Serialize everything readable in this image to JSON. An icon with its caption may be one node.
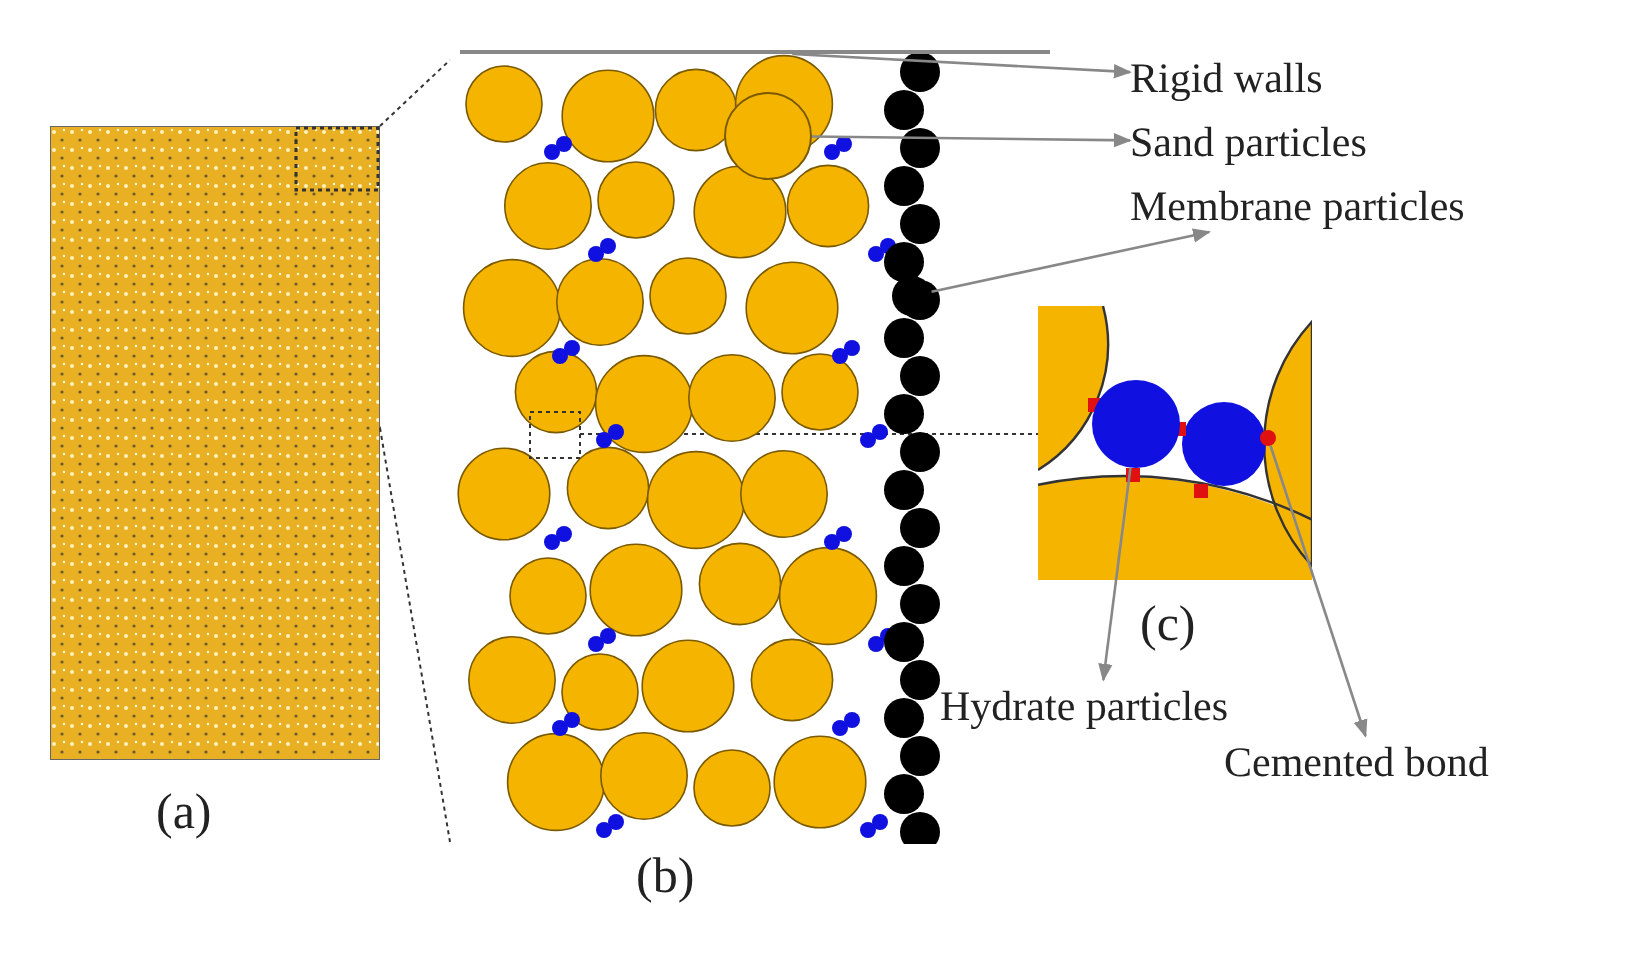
{
  "diagram": {
    "nodes": [
      {
        "text": [],
        "shape": "picture",
        "beside": [
          "(a)"
        ]
      },
      {
        "text": [],
        "shape": "picture",
        "beside": [
          "(b)"
        ]
      },
      {
        "text": [],
        "shape": "bar"
      },
      {
        "text": [],
        "shape": "circle",
        "in": 1
      },
      {
        "text": [],
        "shape": "circle",
        "in": 1
      },
      {
        "text": [],
        "shape": "picture",
        "beside": [
          "(c)"
        ]
      },
      {
        "text": [],
        "shape": "circle",
        "in": 5
      },
      {
        "text": [],
        "shape": "circle",
        "in": 5
      },
      {
        "text": [
          "Rigid walls"
        ]
      },
      {
        "text": [
          "Sand particles"
        ]
      },
      {
        "text": [
          "Membrane particles"
        ]
      },
      {
        "text": [
          "Hydrate particles"
        ]
      },
      {
        "text": [
          "Cemented bond"
        ]
      }
    ],
    "edges": [
      {
        "from": 2,
        "to": 8,
        "arrow": "to"
      },
      {
        "from": 3,
        "to": 9,
        "arrow": "to"
      },
      {
        "from": 4,
        "to": 10,
        "arrow": "to"
      },
      {
        "from": 6,
        "to": 11,
        "arrow": "to"
      },
      {
        "from": 7,
        "to": 12,
        "arrow": "to"
      },
      {
        "from": 0,
        "to": 1,
        "arrow": "none",
        "style": "dashed",
        "color": "#333333"
      },
      {
        "from": 0,
        "to": 1,
        "arrow": "none",
        "style": "dashed",
        "color": "#333333"
      },
      {
        "from": 1,
        "to": 5,
        "arrow": "none",
        "style": "dashed",
        "color": "#333333"
      }
    ]
  }
}
